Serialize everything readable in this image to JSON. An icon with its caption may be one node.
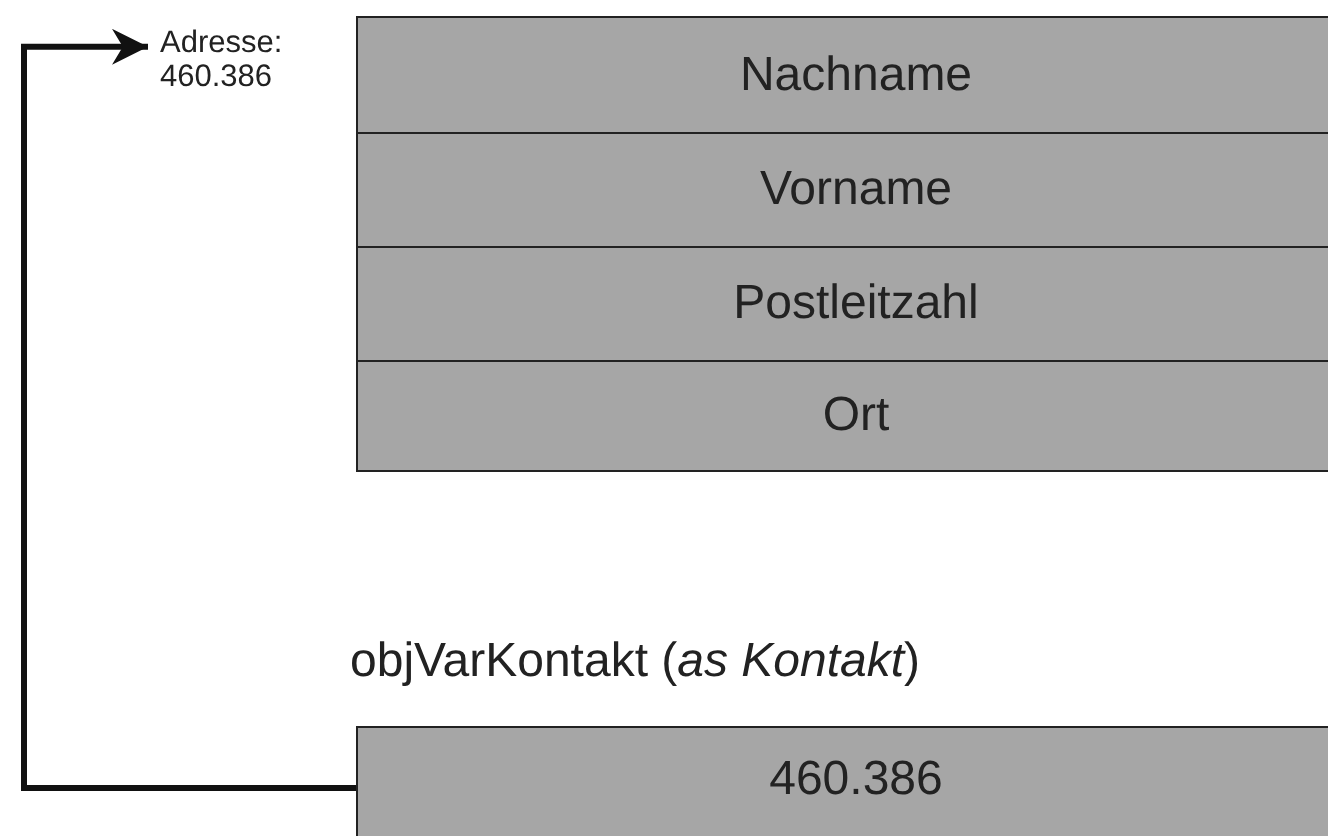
{
  "diagram": {
    "nodes": [
      {
        "text": [
          "Adresse: 460.386"
        ]
      },
      {
        "text": [
          "Nachname"
        ]
      },
      {
        "text": [
          "Vorname"
        ]
      },
      {
        "text": [
          "Postleitzahl"
        ]
      },
      {
        "text": [
          "Ort"
        ]
      },
      {
        "text": [
          "objVarKontakt (*as Kontakt*)",
          "460.386"
        ]
      }
    ],
    "edges": [
      {
        "from": 5,
        "to": 0,
        "arrow": "to"
      }
    ]
  }
}
